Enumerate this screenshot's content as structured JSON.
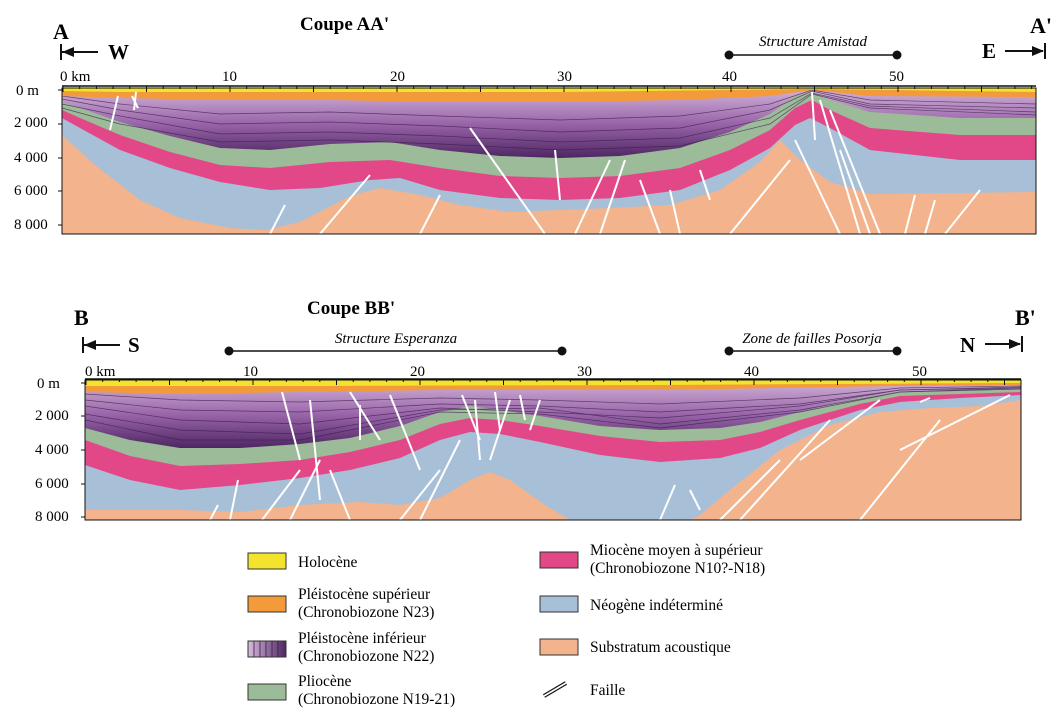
{
  "section_aa": {
    "title": "Coupe AA'",
    "left_letter": "A",
    "left_dir": "W",
    "right_letter": "A'",
    "right_dir": "E",
    "structure_label": "Structure Amistad",
    "km_labels": [
      "0 km",
      "10",
      "20",
      "30",
      "40",
      "50"
    ],
    "depth_labels": [
      "0 m",
      "2 000",
      "4 000",
      "6 000",
      "8 000"
    ]
  },
  "section_bb": {
    "title": "Coupe BB'",
    "left_letter": "B",
    "left_dir": "S",
    "right_letter": "B'",
    "right_dir": "N",
    "structure_label": "Structure Esperanza",
    "zone_label": "Zone de failles Posorja",
    "km_labels": [
      "0 km",
      "10",
      "20",
      "30",
      "40",
      "50"
    ],
    "depth_labels": [
      "0 m",
      "2 000",
      "4 000",
      "6 000",
      "8 000"
    ]
  },
  "colors": {
    "holocene": "#f3e32c",
    "pleisto_sup": "#f39a3a",
    "pleisto_inf_light": "#c8a2cc",
    "pleisto_inf_dark": "#5e2f72",
    "pliocene": "#9cbb98",
    "miocene": "#e24888",
    "neogene": "#a8bfd8",
    "substratum": "#f3b38c",
    "fault": "#ffffff"
  },
  "legend": {
    "holocene": {
      "line1": "Holocène",
      "line2": ""
    },
    "pleisto_sup": {
      "line1": "Pléistocène supérieur",
      "line2": "(Chronobiozone N23)"
    },
    "pleisto_inf": {
      "line1": "Pléistocène inférieur",
      "line2": "(Chronobiozone N22)"
    },
    "pliocene": {
      "line1": "Pliocène",
      "line2": "(Chronobiozone N19-21)"
    },
    "miocene": {
      "line1": "Miocène moyen à supérieur",
      "line2": "(Chronobiozone N10?-N18)"
    },
    "neogene": {
      "line1": "Néogène indéterminé",
      "line2": ""
    },
    "substratum": {
      "line1": "Substratum acoustique",
      "line2": ""
    },
    "faille": {
      "line1": "Faille",
      "line2": ""
    }
  }
}
